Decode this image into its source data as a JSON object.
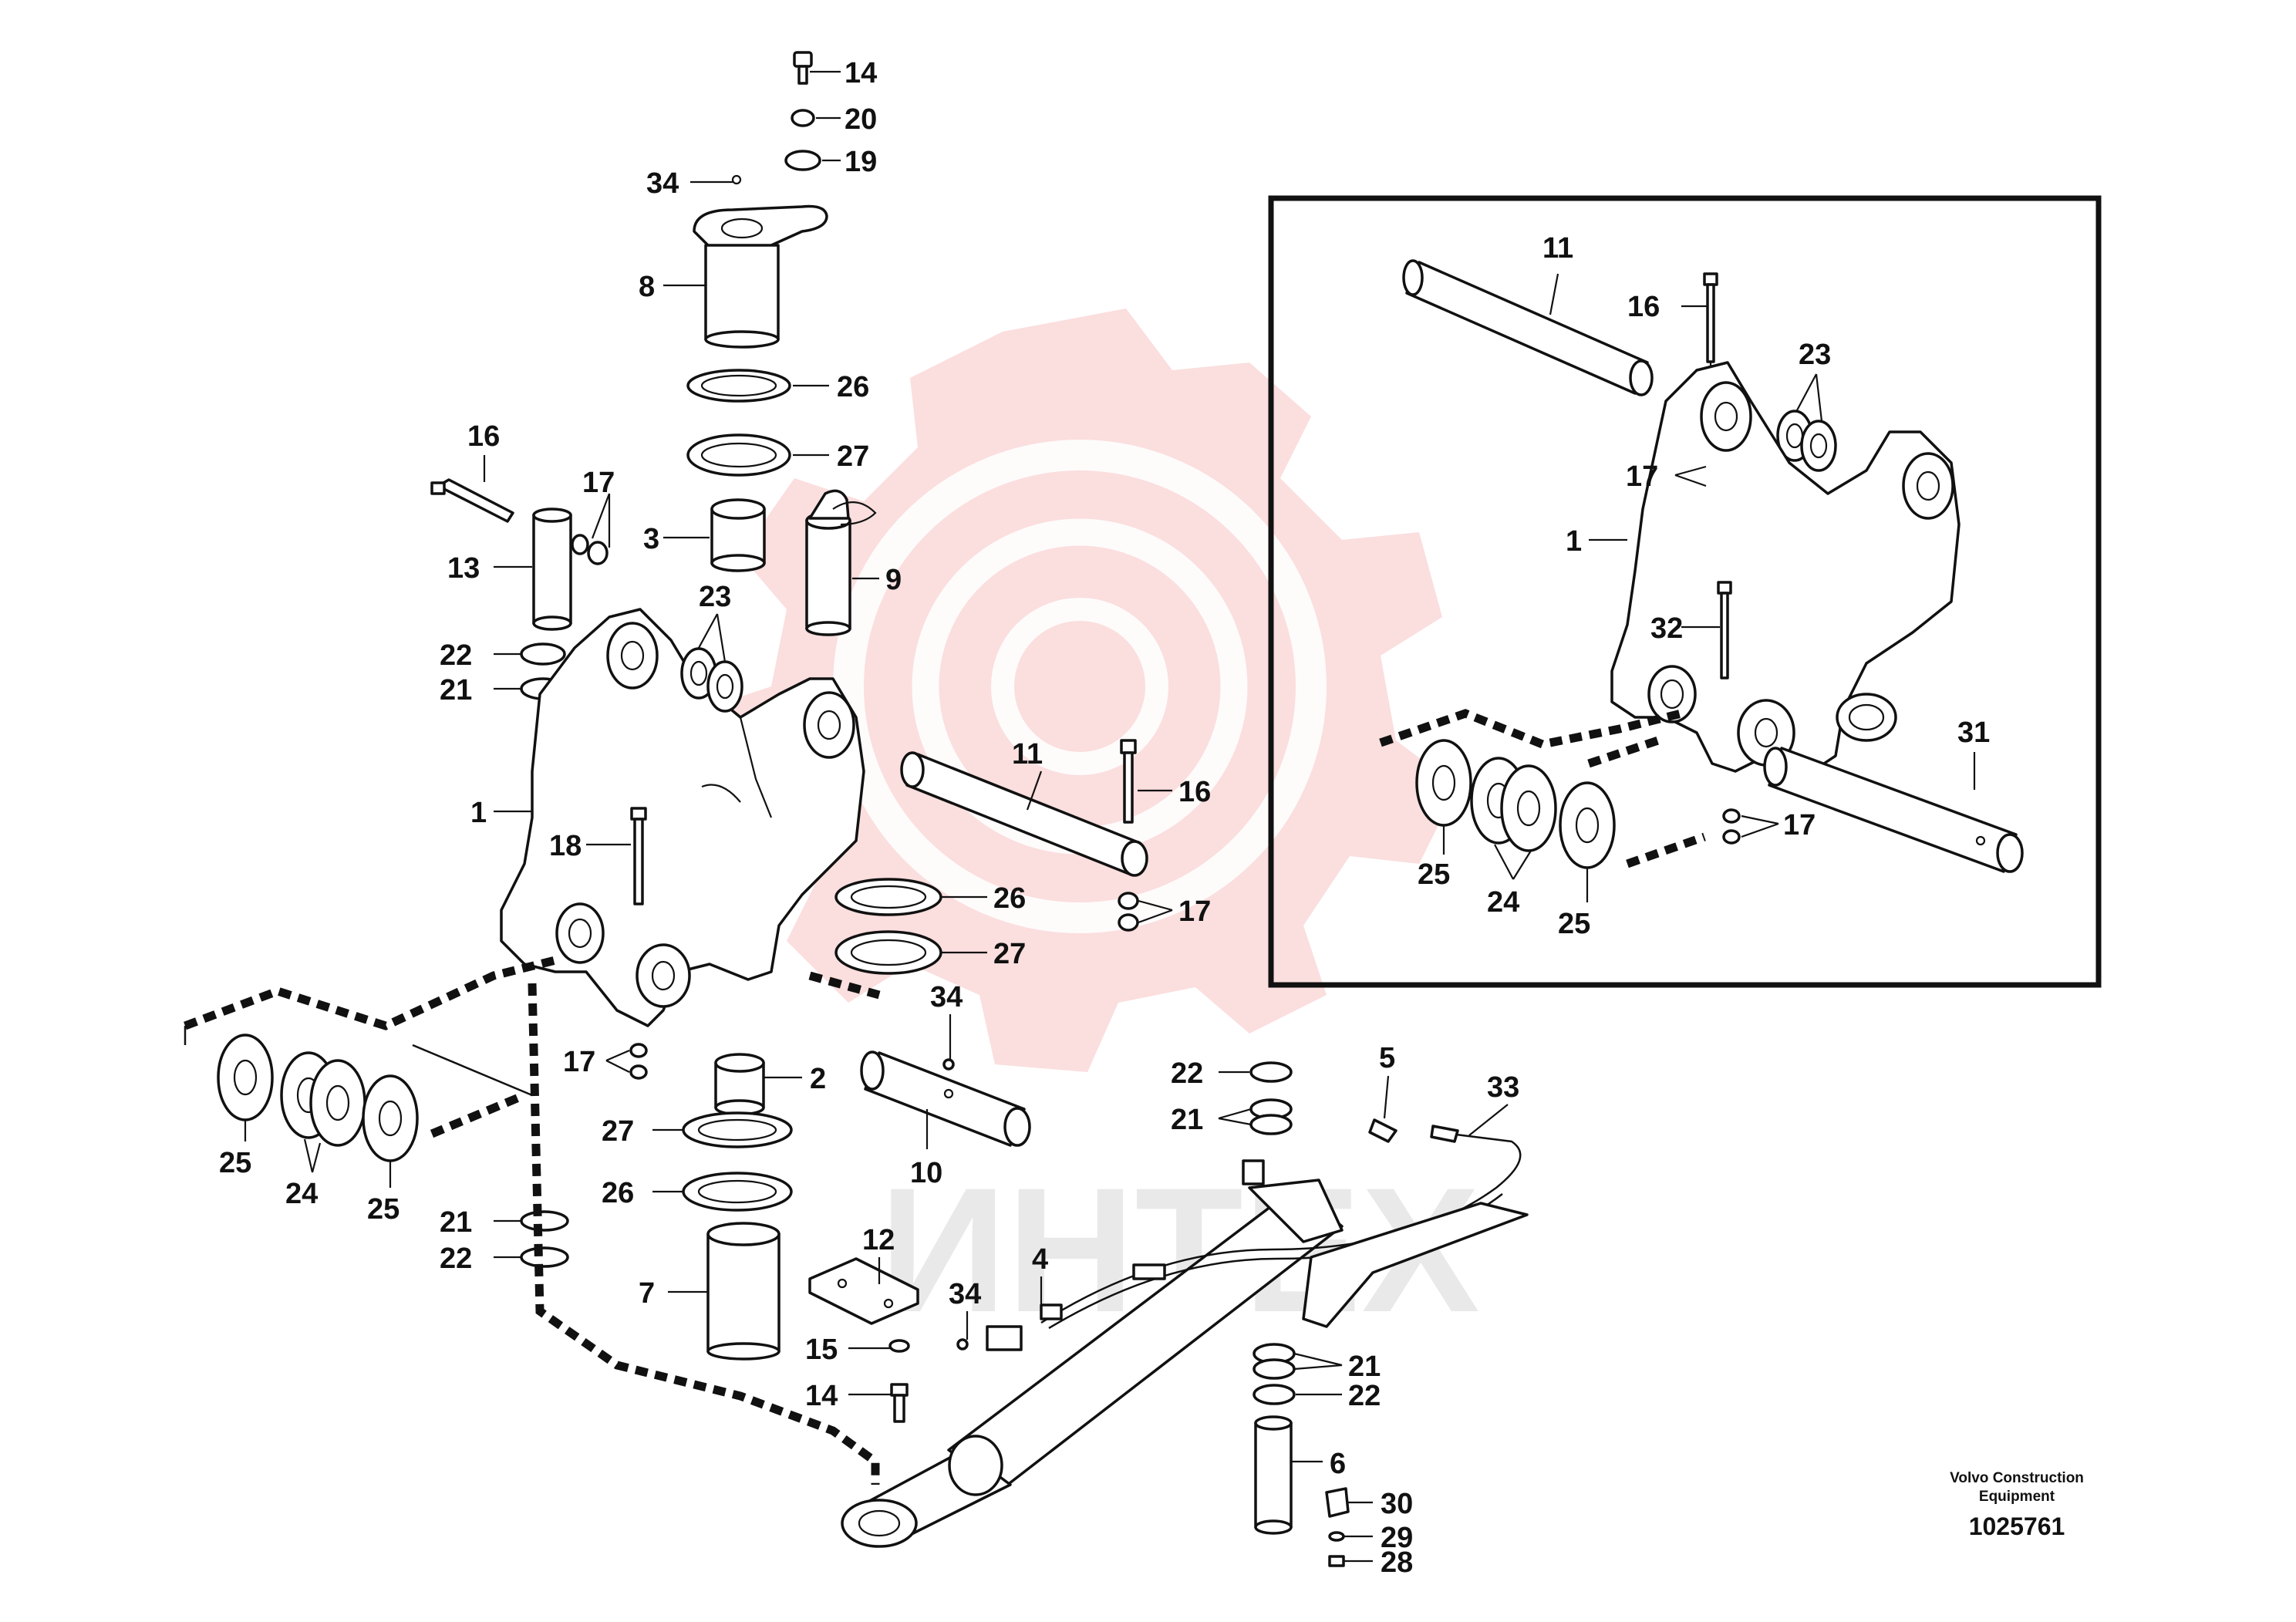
{
  "callouts": [
    {
      "id": "m14",
      "text": "14"
    },
    {
      "id": "m20",
      "text": "20"
    },
    {
      "id": "m19",
      "text": "19"
    },
    {
      "id": "m34a",
      "text": "34"
    },
    {
      "id": "m8",
      "text": "8"
    },
    {
      "id": "m26a",
      "text": "26"
    },
    {
      "id": "m27a",
      "text": "27"
    },
    {
      "id": "m16a",
      "text": "16"
    },
    {
      "id": "m17a",
      "text": "17"
    },
    {
      "id": "m3",
      "text": "3"
    },
    {
      "id": "m9",
      "text": "9"
    },
    {
      "id": "m13",
      "text": "13"
    },
    {
      "id": "m23",
      "text": "23"
    },
    {
      "id": "m22a",
      "text": "22"
    },
    {
      "id": "m21a",
      "text": "21"
    },
    {
      "id": "m11",
      "text": "11"
    },
    {
      "id": "m16b",
      "text": "16"
    },
    {
      "id": "m1",
      "text": "1"
    },
    {
      "id": "m18",
      "text": "18"
    },
    {
      "id": "m26b",
      "text": "26"
    },
    {
      "id": "m17b",
      "text": "17"
    },
    {
      "id": "m27b",
      "text": "27"
    },
    {
      "id": "m34b",
      "text": "34"
    },
    {
      "id": "m17c",
      "text": "17"
    },
    {
      "id": "m2",
      "text": "2"
    },
    {
      "id": "m27c",
      "text": "27"
    },
    {
      "id": "m10",
      "text": "10"
    },
    {
      "id": "m25a",
      "text": "25"
    },
    {
      "id": "m24",
      "text": "24"
    },
    {
      "id": "m25b",
      "text": "25"
    },
    {
      "id": "m26c",
      "text": "26"
    },
    {
      "id": "m21b",
      "text": "21"
    },
    {
      "id": "m22b",
      "text": "22"
    },
    {
      "id": "m7",
      "text": "7"
    },
    {
      "id": "m12",
      "text": "12"
    },
    {
      "id": "m34c",
      "text": "34"
    },
    {
      "id": "m15",
      "text": "15"
    },
    {
      "id": "m14b",
      "text": "14"
    },
    {
      "id": "m4",
      "text": "4"
    },
    {
      "id": "m22c",
      "text": "22"
    },
    {
      "id": "m21c",
      "text": "21"
    },
    {
      "id": "m5",
      "text": "5"
    },
    {
      "id": "m33",
      "text": "33"
    },
    {
      "id": "m21d",
      "text": "21"
    },
    {
      "id": "m22d",
      "text": "22"
    },
    {
      "id": "m6",
      "text": "6"
    },
    {
      "id": "m30",
      "text": "30"
    },
    {
      "id": "m29",
      "text": "29"
    },
    {
      "id": "m28",
      "text": "28"
    }
  ],
  "inset_callouts": [
    {
      "id": "i11",
      "text": "11"
    },
    {
      "id": "i16",
      "text": "16"
    },
    {
      "id": "i23",
      "text": "23"
    },
    {
      "id": "i17a",
      "text": "17"
    },
    {
      "id": "i1",
      "text": "1"
    },
    {
      "id": "i32",
      "text": "32"
    },
    {
      "id": "i31",
      "text": "31"
    },
    {
      "id": "i17b",
      "text": "17"
    },
    {
      "id": "i25a",
      "text": "25"
    },
    {
      "id": "i24",
      "text": "24"
    },
    {
      "id": "i25b",
      "text": "25"
    }
  ],
  "credit": {
    "line1": "Volvo Construction",
    "line2": "Equipment",
    "number": "1025761"
  },
  "watermark": {
    "text": "ИНТЕХ",
    "gear_color": "#f3b9b9",
    "text_color": "#cfcfcf"
  }
}
